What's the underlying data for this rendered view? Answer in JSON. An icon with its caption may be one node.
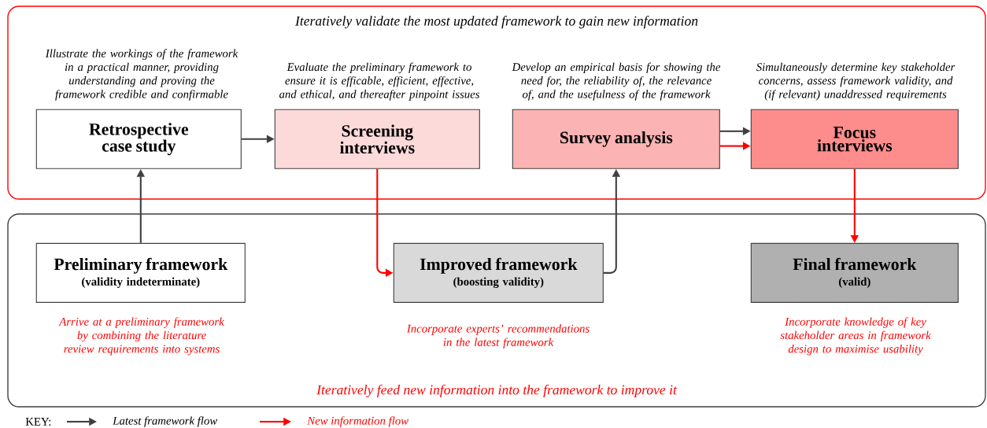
{
  "diagram": {
    "nodes": [
      {
        "text": [
          "Iteratively validate the most updated framework to gain new information"
        ]
      },
      {
        "text": [
          "Retrospective case study"
        ],
        "in": 0,
        "beside": [
          "Illustrate the workings of the framework in a practical manner, providing understanding and proving the framework credible and confirmable"
        ]
      },
      {
        "text": [
          "Screening interviews"
        ],
        "in": 0,
        "beside": [
          "Evaluate the preliminary framework to ensure it is efficable, efficient, effective, and ethical, and thereafter pinpoint issues"
        ]
      },
      {
        "text": [
          "Survey analysis"
        ],
        "in": 0,
        "beside": [
          "Develop an empirical basis for showing the need for, the reliability of, the relevance of, and the usefulness of the framework"
        ]
      },
      {
        "text": [
          "Focus interviews"
        ],
        "in": 0,
        "beside": [
          "Simultaneously determine key stakeholder concerns, assess framework validity, and (if relevant) unaddressed requirements"
        ]
      },
      {
        "text": [
          "Iteratively feed new information into the framework to improve it"
        ]
      },
      {
        "text": [
          "Preliminary framework",
          "(validity indeterminate)"
        ],
        "in": 5,
        "beside": [
          "Arrive at a preliminary framework by combining the literature review requirements into systems"
        ]
      },
      {
        "text": [
          "Improved framework",
          "(boosting validity)"
        ],
        "in": 5,
        "beside": [
          "Incorporate experts’ recommendations in the latest framework"
        ]
      },
      {
        "text": [
          "Final framework",
          "(valid)"
        ],
        "in": 5,
        "beside": [
          "Incorporate knowledge of key stakeholder areas in framework design to maximise usability"
        ]
      }
    ],
    "edges": [
      {
        "from": 6,
        "to": 1,
        "arrow": "to"
      },
      {
        "from": 1,
        "to": 2,
        "arrow": "to"
      },
      {
        "from": 2,
        "to": 7,
        "arrow": "to",
        "color": "#ff0000"
      },
      {
        "from": 7,
        "to": 3,
        "arrow": "to"
      },
      {
        "from": 3,
        "to": 4,
        "arrow": "to"
      },
      {
        "from": 3,
        "to": 4,
        "arrow": "to",
        "color": "#ff0000"
      },
      {
        "from": 4,
        "to": 8,
        "arrow": "to",
        "color": "#ff0000"
      }
    ],
    "labels": [
      "KEY:"
    ],
    "legend": [
      {
        "text": "Latest framework flow"
      },
      {
        "text": "New information flow"
      }
    ]
  }
}
